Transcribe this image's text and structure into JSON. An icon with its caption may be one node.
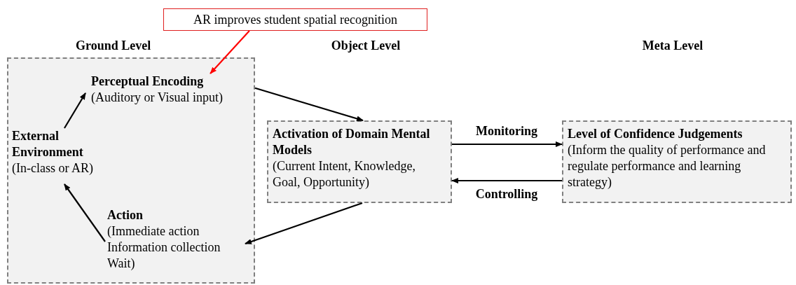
{
  "diagram": {
    "nodes": [
      {
        "text": [
          "AR improves student spatial recognition"
        ]
      },
      {
        "text": [
          "Ground Level"
        ]
      },
      {
        "text": [
          "Perceptual Encoding",
          "(Auditory or Visual input)"
        ],
        "in": 1
      },
      {
        "text": [
          "External Environment",
          "(In-class or AR)"
        ],
        "in": 1
      },
      {
        "text": [
          "Action",
          "(Immediate action Information collection Wait)"
        ],
        "in": 1
      },
      {
        "text": [
          "Activation of Domain Mental Models",
          "(Current Intent, Knowledge, Goal, Opportunity)"
        ]
      },
      {
        "text": [
          "Level of Confidence Judgements",
          "(Inform the quality of performance and regulate performance and learning strategy)"
        ]
      }
    ],
    "edges": [
      {
        "from": 0,
        "to": 2,
        "arrow": "to",
        "color": "#ff0000"
      },
      {
        "from": 3,
        "to": 2,
        "arrow": "to"
      },
      {
        "from": 4,
        "to": 3,
        "arrow": "to"
      },
      {
        "from": 2,
        "to": 5,
        "arrow": "to"
      },
      {
        "from": 5,
        "to": 4,
        "arrow": "to"
      },
      {
        "from": 5,
        "to": 6,
        "arrow": "to",
        "label": "Monitoring"
      },
      {
        "from": 6,
        "to": 5,
        "arrow": "to",
        "label": "Controlling"
      }
    ],
    "labels": [
      "Object Level",
      "Meta Level"
    ]
  }
}
